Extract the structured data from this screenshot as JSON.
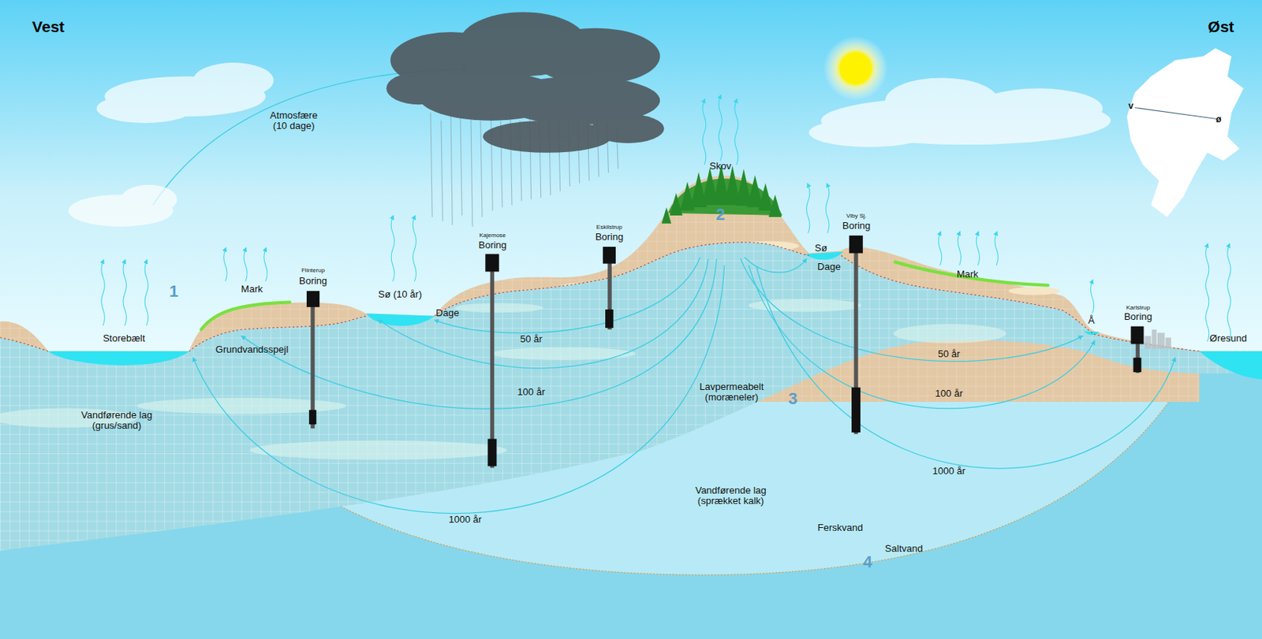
{
  "diagram": {
    "labels": [
      "Vest",
      "Øst",
      "Atmosfære (10 dage)",
      "Skov",
      "2",
      "1",
      "Mark",
      "Flinterup",
      "Boring",
      "Sø (10 år)",
      "Kajemose",
      "Boring",
      "Eskilstrup",
      "Boring",
      "Storebælt",
      "Grundvandsspejl",
      "Dage",
      "50 år",
      "100 år",
      "Vandførende lag (grus/sand)",
      "Sø",
      "Dage",
      "Viby Sj.",
      "Boring",
      "Mark",
      "Å",
      "Karlstrup",
      "Boring",
      "Øresund",
      "50 år",
      "100 år",
      "Lavpermeabelt (moræneler)",
      "3",
      "1000 år",
      "1000 år",
      "Vandførende lag (sprækket kalk)",
      "Ferskvand",
      "Saltvand",
      "4",
      "v",
      "ø"
    ]
  }
}
